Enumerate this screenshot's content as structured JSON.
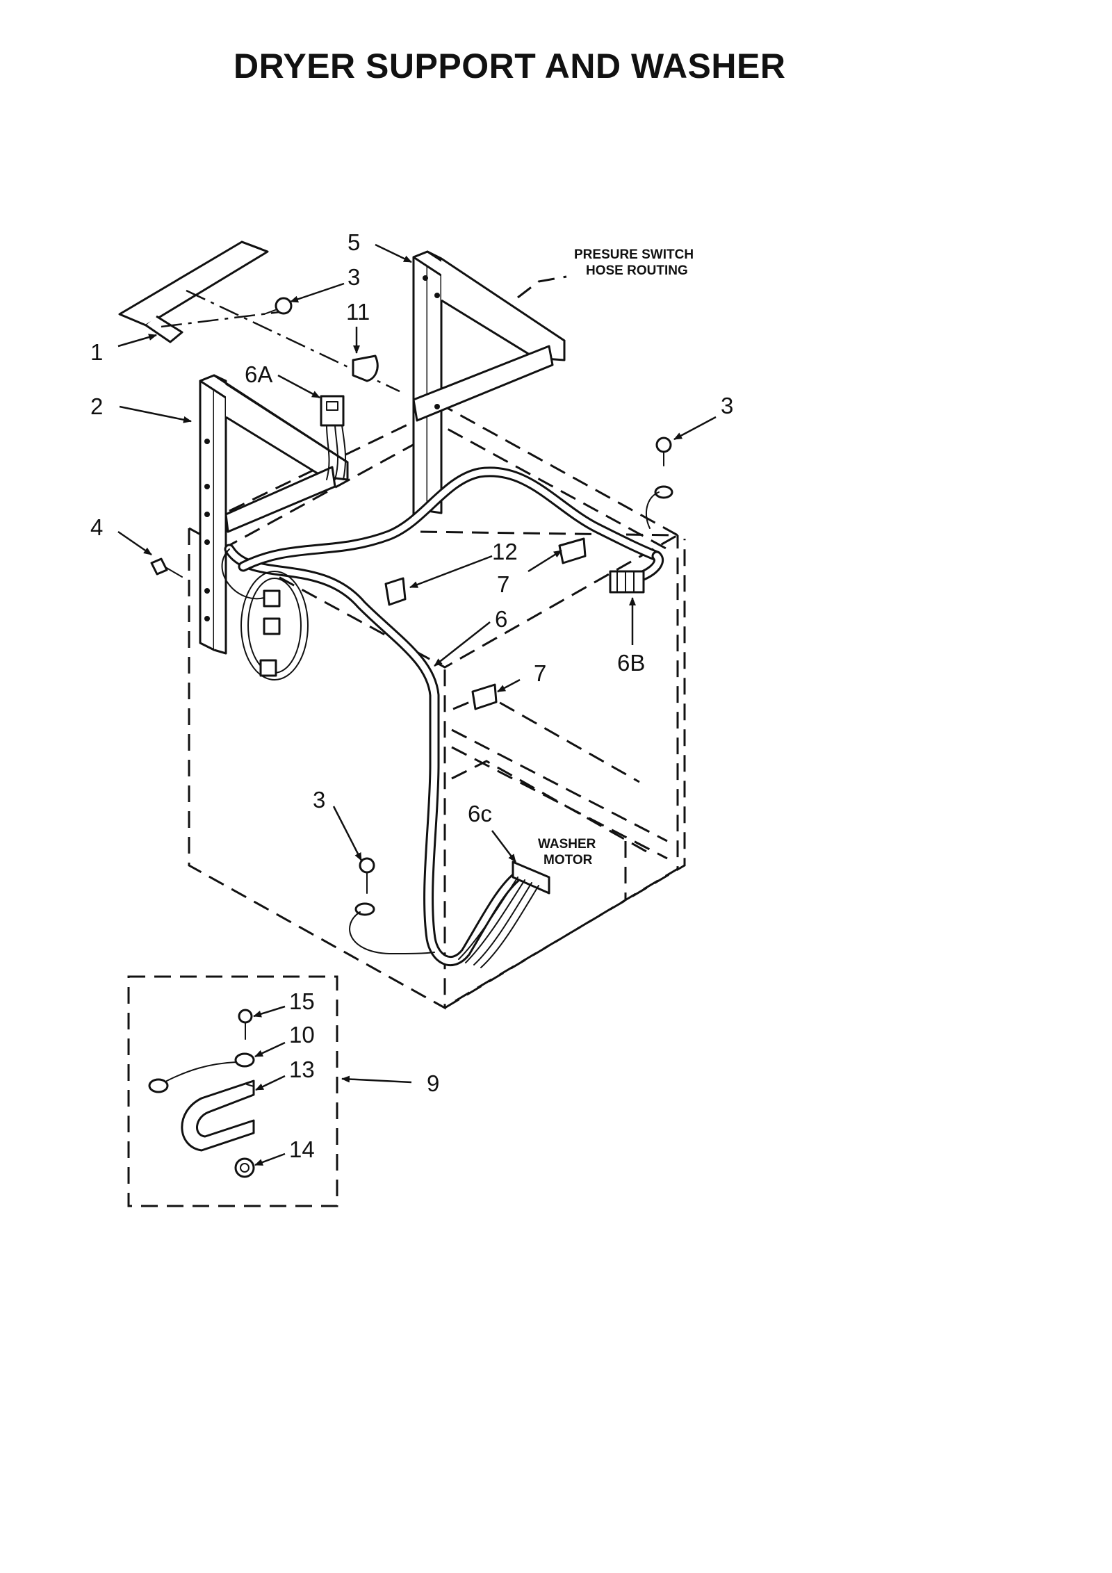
{
  "title": "DRYER SUPPORT AND WASHER",
  "notes": {
    "pressure_switch_line1": "PRESURE SWITCH",
    "pressure_switch_line2": "HOSE ROUTING",
    "washer_motor_line1": "WASHER",
    "washer_motor_line2": "MOTOR"
  },
  "callouts": {
    "c1": "1",
    "c2": "2",
    "c3_top": "3",
    "c3_right": "3",
    "c3_bottom": "3",
    "c4": "4",
    "c5": "5",
    "c6": "6",
    "c6A": "6A",
    "c6B": "6B",
    "c6c": "6c",
    "c7_upper": "7",
    "c7_lower": "7",
    "c9": "9",
    "c10": "10",
    "c11": "11",
    "c12": "12",
    "c13": "13",
    "c14": "14",
    "c15": "15"
  }
}
